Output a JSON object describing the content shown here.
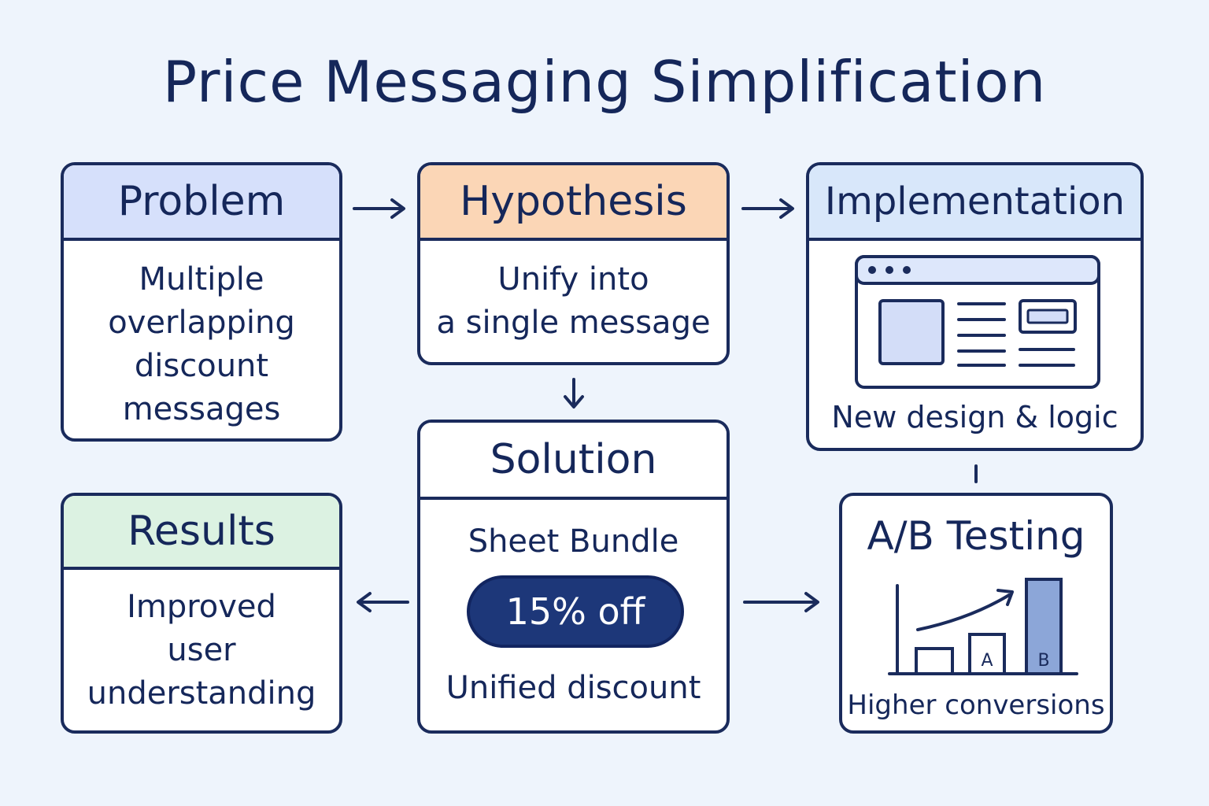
{
  "title": "Price Messaging Simplification",
  "colors": {
    "ink": "#1a2b5c",
    "problem_header": "#d6e0fb",
    "hypothesis_header": "#fbd6b6",
    "implementation_header": "#d8e7fa",
    "results_header": "#dcf2e2",
    "accent": "#1d3779",
    "background": "#eef4fc"
  },
  "problem": {
    "heading": "Problem",
    "lines": [
      "Multiple",
      "overlapping",
      "discount",
      "messages"
    ]
  },
  "hypothesis": {
    "heading": "Hypothesis",
    "lines": [
      "Unify into",
      "a single message"
    ]
  },
  "implementation": {
    "heading": "Implementation",
    "icon": "browser-window-icon",
    "caption": "New design & logic"
  },
  "solution": {
    "heading": "Solution",
    "product": "Sheet Bundle",
    "discount": "15% off",
    "caption": "Unified discount"
  },
  "results": {
    "heading": "Results",
    "lines": [
      "Improved",
      "user",
      "understanding"
    ]
  },
  "ab_testing": {
    "heading": "A/B Testing",
    "icon": "bar-chart-trend-icon",
    "variant_a": "A",
    "variant_b": "B",
    "caption": "Higher conversions"
  }
}
